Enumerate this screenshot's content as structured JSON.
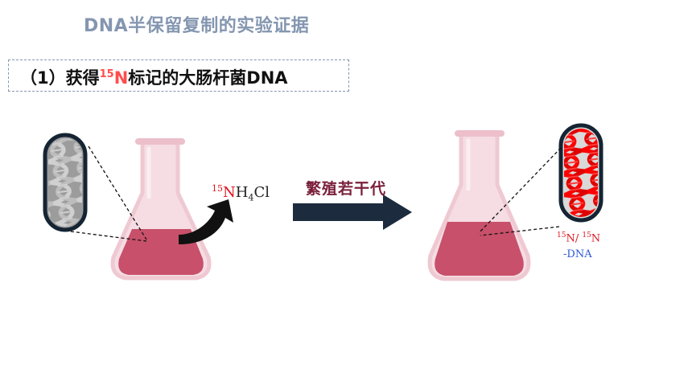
{
  "title": "DNA半保留复制的实验证据",
  "step": {
    "prefix": "（1）获得",
    "isotope_mass": "15",
    "isotope_symbol": "N",
    "suffix": "标记的大肠杆菌DNA"
  },
  "reagent": {
    "mass": "15",
    "symbol": "N",
    "formula_a": "H",
    "sub": "4",
    "formula_b": "Cl"
  },
  "process_label": "繁殖若干代",
  "product": {
    "mass1": "15",
    "n1": "N/ ",
    "mass2": "15",
    "n2": "N",
    "line2": "-DNA"
  },
  "colors": {
    "title": "#8496b0",
    "isotope_red": "#ff4d4d",
    "formula_red": "#e0141e",
    "dna_blue": "#2b57d6",
    "process_text": "#7a1f3a",
    "liquid": "#c8506a",
    "flask_glass": "#f5dde3",
    "big_arrow": "#1c2b3d",
    "bacterium_border": "#152433",
    "dna_red": "#ff0000",
    "dna_gray": "#d0d0d0"
  },
  "icons": {
    "bacterium_before": "bacterium-gray-dna-icon",
    "bacterium_after": "bacterium-red-dna-icon",
    "flask": "erlenmeyer-flask-icon",
    "curved_arrow": "curved-arrow-icon",
    "big_arrow": "right-arrow-icon"
  }
}
